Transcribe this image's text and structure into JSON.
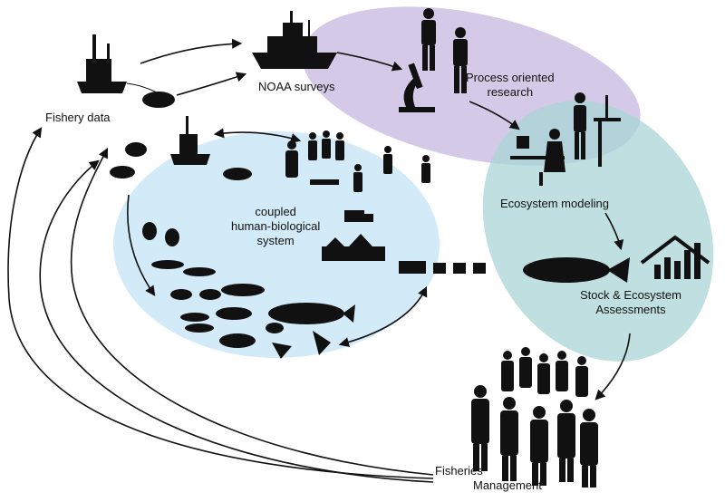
{
  "labels": {
    "fishery_data": "Fishery data",
    "noaa_surveys": "NOAA surveys",
    "process_line1": "Process oriented",
    "process_line2": "research",
    "coupled_line1": "coupled",
    "coupled_line2": "human-biological",
    "coupled_line3": "system",
    "ecosystem_modeling": "Ecosystem modeling",
    "stock_line1": "Stock  & Ecosystem",
    "stock_line2": "Assessments",
    "fisheries_line1": "Fisheries",
    "fisheries_line2": "Management"
  },
  "icons": [
    "fishing-trawler-icon",
    "noaa-ship-icon",
    "scientist-icon",
    "microscope-icon",
    "computer-workstation-icon",
    "fish-icon",
    "bar-chart-house-icon",
    "people-group-icon",
    "whale-icon",
    "bird-icon",
    "truck-icon",
    "crab-icon"
  ],
  "colors": {
    "research_zone": "#cfc4e6",
    "modeling_zone": "#a9d4d6",
    "coupled_zone": "#d3ebf8",
    "silhouette": "#111111"
  }
}
